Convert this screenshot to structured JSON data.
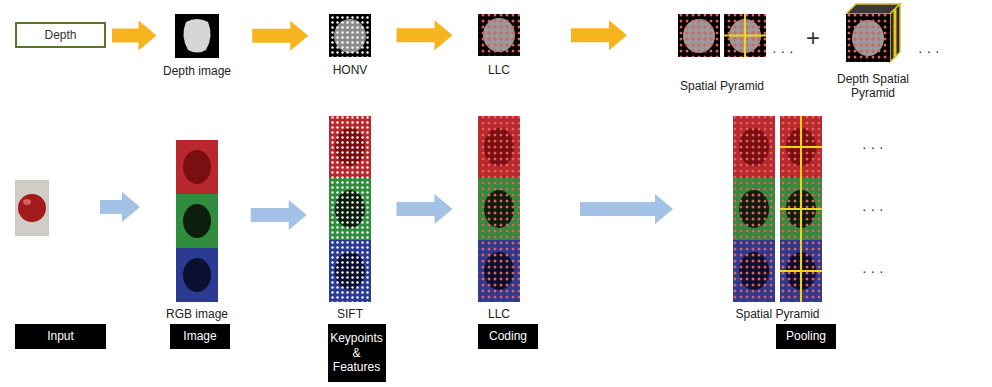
{
  "diagram": {
    "nodes": [
      {
        "text": [
          "Depth"
        ]
      },
      {
        "text": [
          "Depth image"
        ]
      },
      {
        "text": [
          "HONV"
        ]
      },
      {
        "text": [
          "LLC"
        ]
      },
      {
        "text": [
          "Spatial Pyramid"
        ]
      },
      {
        "text": [
          "Depth Spatial Pyramid"
        ]
      },
      {
        "text": [
          "RGB image"
        ]
      },
      {
        "text": [
          "SIFT"
        ]
      },
      {
        "text": [
          "LLC"
        ]
      },
      {
        "text": [
          "Spatial Pyramid"
        ]
      },
      {
        "text": [
          "Input"
        ]
      },
      {
        "text": [
          "Image"
        ]
      },
      {
        "text": [
          "Keypoints & Features"
        ]
      },
      {
        "text": [
          "Coding"
        ]
      },
      {
        "text": [
          "Pooling"
        ]
      }
    ],
    "edges": [
      {
        "from": 0,
        "to": 1,
        "arrow": "to"
      },
      {
        "from": 1,
        "to": 2,
        "arrow": "to"
      },
      {
        "from": 2,
        "to": 3,
        "arrow": "to"
      },
      {
        "from": 3,
        "to": 4,
        "arrow": "to"
      },
      {
        "from": 6,
        "to": 7,
        "arrow": "to"
      },
      {
        "from": 7,
        "to": 8,
        "arrow": "to"
      },
      {
        "from": 8,
        "to": 9,
        "arrow": "to"
      }
    ],
    "labels": [
      "· · ·",
      "+",
      "· · ·",
      "· · ·",
      "· · ·",
      "· · ·"
    ]
  }
}
